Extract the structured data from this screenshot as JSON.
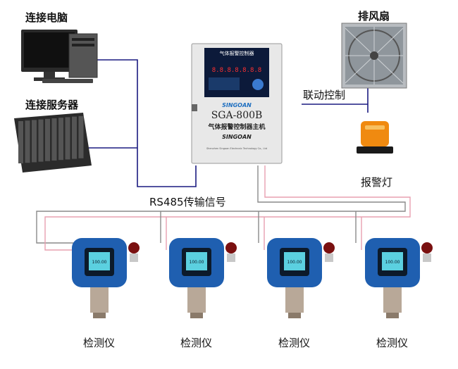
{
  "labels": {
    "computer": "连接电脑",
    "server": "连接服务器",
    "fan": "排风扇",
    "linkage": "联动控制",
    "alarm_light": "报警灯",
    "bus": "RS485传输信号"
  },
  "controller": {
    "header": "气体报警控制器",
    "model": "SGA-800B",
    "name": "气体报警控制器主机",
    "brand": "SINGOAN",
    "panel_digits": "8.8.8.8.8.8.8",
    "company": "Shenzhen Singoan Electronic Technology Co., Ltd"
  },
  "detectors": [
    {
      "label": "检测仪",
      "reading": "100.00"
    },
    {
      "label": "检测仪",
      "reading": "100.00"
    },
    {
      "label": "检测仪",
      "reading": "100.00"
    },
    {
      "label": "检测仪",
      "reading": "100.00"
    }
  ],
  "colors": {
    "blue_wire": "#1a1a80",
    "pink_wire": "#e8a0b0",
    "gray_wire": "#8a8a8a",
    "detector_blue": "#1f5fb0",
    "alarm_orange": "#f08a10"
  }
}
